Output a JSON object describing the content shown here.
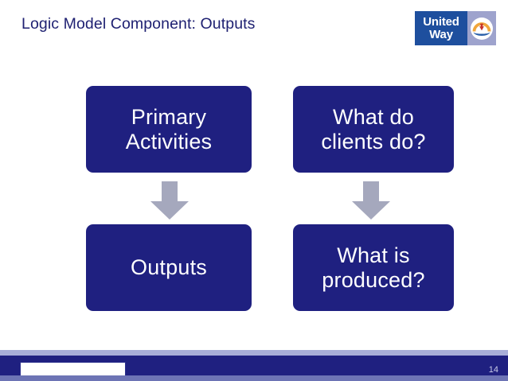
{
  "slide": {
    "title": "Logic Model Component: Outputs",
    "number": "14",
    "title_color": "#1f2172",
    "box_color": "#1f2080",
    "arrow_color": "#a5a8bd",
    "footer_bar_color": "#1f2080",
    "footer_band_color": "#a8aed8"
  },
  "logo": {
    "name": "United Way",
    "word_top": "United",
    "word_bottom": "Way",
    "wordmark_bg": "#1e4f9e",
    "emblem_bg": "#9ea3cd",
    "emblem_rainbow_color": "#f0a63c",
    "emblem_person_color": "#c8332b",
    "emblem_hand_color": "#2a5fa8"
  },
  "diagram": {
    "type": "flow",
    "columns": [
      {
        "name": "component-column",
        "top_box": {
          "id": "primary-activities",
          "lines": [
            "Primary",
            "Activities"
          ]
        },
        "arrow": {
          "id": "arrow-down-left",
          "direction": "down"
        },
        "bottom_box": {
          "id": "outputs",
          "lines": [
            "Outputs"
          ]
        }
      },
      {
        "name": "question-column",
        "top_box": {
          "id": "what-do-clients-do",
          "lines": [
            "What do",
            "clients do?"
          ]
        },
        "arrow": {
          "id": "arrow-down-right",
          "direction": "down"
        },
        "bottom_box": {
          "id": "what-is-produced",
          "lines": [
            "What is",
            "produced?"
          ]
        }
      }
    ]
  }
}
